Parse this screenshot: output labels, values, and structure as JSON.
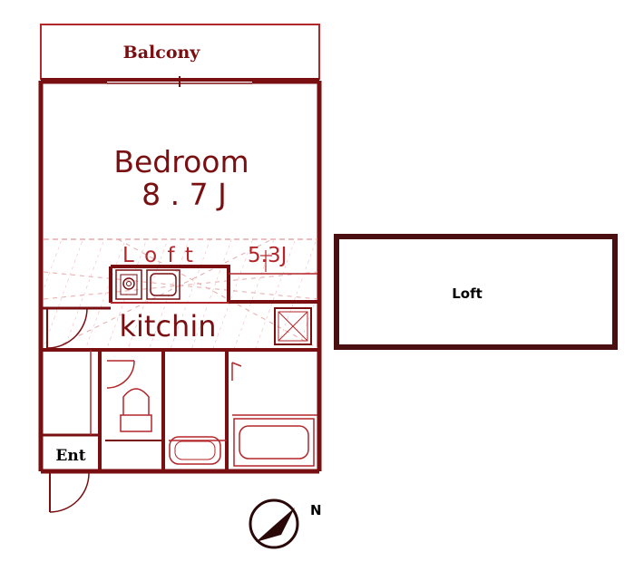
{
  "colors": {
    "wall": "#7a0f12",
    "fixture": "#b3262a",
    "hatch": "#e6a9aa",
    "loft_box": "#4a0f10",
    "compass": "#2a0808",
    "text_dark": "#000000"
  },
  "labels": {
    "balcony": "Balcony",
    "bedroom": "Bedroom",
    "bedroom_size": "8 . 7 J",
    "loft_strip": "L o f t",
    "loft_strip_size": "5.3J",
    "kitchen": "kitchin",
    "entrance": "Ent",
    "loft_box": "Loft",
    "north": "N"
  }
}
